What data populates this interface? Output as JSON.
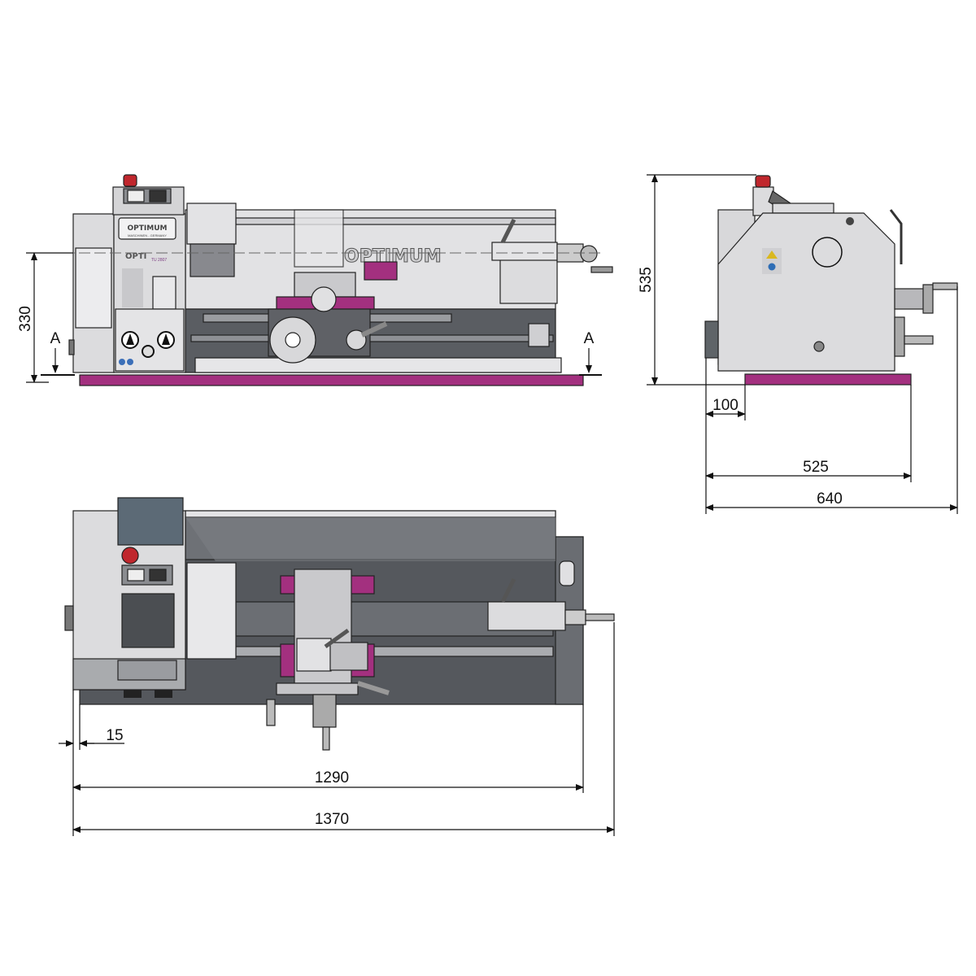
{
  "colors": {
    "accent_magenta": "#a3307f",
    "body_grey": "#dcdcde",
    "dark_grey": "#55585d",
    "bed_dark": "#4a4d52",
    "estop_red": "#c0272d"
  },
  "branding": {
    "logo": "OPTIMUM",
    "logo_sub": "MASCHINEN - GERMANY",
    "bed_logo": "OPTIMUM",
    "panel_logo": "OPTI",
    "model": "TU 2807"
  },
  "front_view": {
    "height_dimension": "330",
    "section_left": "A",
    "section_right": "A"
  },
  "side_view": {
    "height_dimension": "535",
    "foot_offset_dimension": "100",
    "base_depth_dimension": "525",
    "overall_depth_dimension": "640"
  },
  "top_view": {
    "offset_dimension": "15",
    "base_length_dimension": "1290",
    "overall_length_dimension": "1370"
  }
}
